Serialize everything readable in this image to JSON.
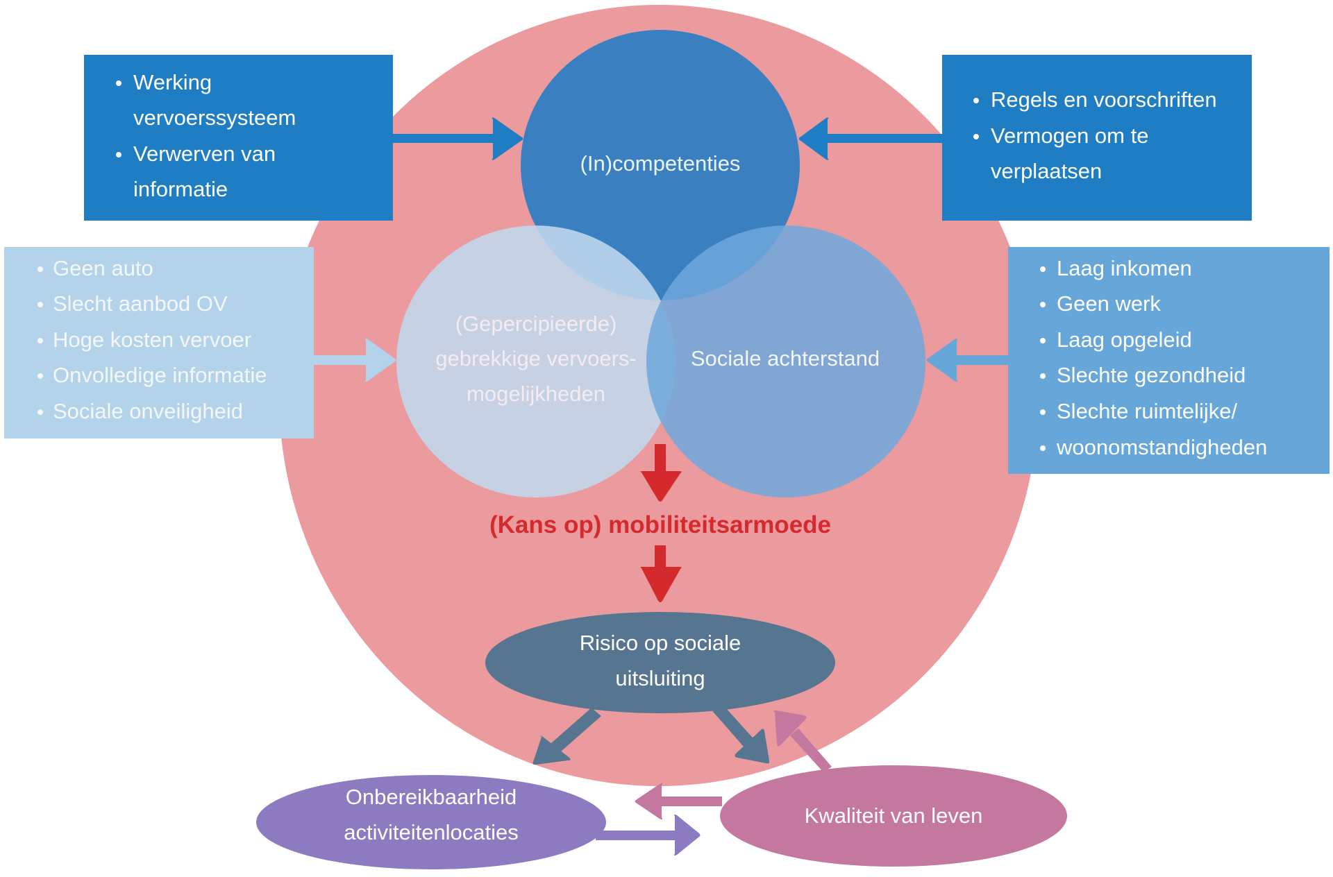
{
  "diagram": {
    "colors": {
      "outer_circle": "#eb9a9e",
      "competencies_circle": "#3a80c1",
      "perceived_circle": "#b9cbe0",
      "social_circle": "#79a7d1",
      "dark_box": "#1f7dc4",
      "light_box": "#b3d3ea",
      "mid_box": "#67a6d9",
      "red_accent": "#d42a2e",
      "risk_ellipse": "#567590",
      "unreachability_ellipse": "#8d7bc2",
      "quality_ellipse": "#c4789f"
    },
    "boxes": {
      "top_left": {
        "items": [
          [
            "Werking",
            "vervoerssysteem"
          ],
          [
            "Verwerven van",
            "informatie"
          ]
        ]
      },
      "top_right": {
        "items": [
          [
            "Regels en voorschriften"
          ],
          [
            "Vermogen om te",
            "verplaatsen"
          ]
        ]
      },
      "middle_left": {
        "items": [
          [
            "Geen auto"
          ],
          [
            "Slecht aanbod OV"
          ],
          [
            "Hoge kosten vervoer"
          ],
          [
            "Onvolledige informatie"
          ],
          [
            "Sociale onveiligheid"
          ]
        ]
      },
      "middle_right": {
        "items": [
          [
            "Laag inkomen"
          ],
          [
            "Geen werk"
          ],
          [
            "Laag opgeleid"
          ],
          [
            "Slechte gezondheid"
          ],
          [
            "Slechte ruimtelijke/"
          ],
          [
            "woonomstandigheden"
          ]
        ]
      }
    },
    "circles": {
      "competencies": "(In)competenties",
      "perceived": [
        "(Gepercipieerde)",
        "gebrekkige vervoers-",
        "mogelijkheden"
      ],
      "social": "Sociale achterstand"
    },
    "outcome": "(Kans op) mobiliteitsarmoede",
    "risk": [
      "Risico op sociale",
      "uitsluiting"
    ],
    "unreachability": [
      "Onbereikbaarheid",
      "activiteitenlocaties"
    ],
    "quality": "Kwaliteit van leven"
  }
}
